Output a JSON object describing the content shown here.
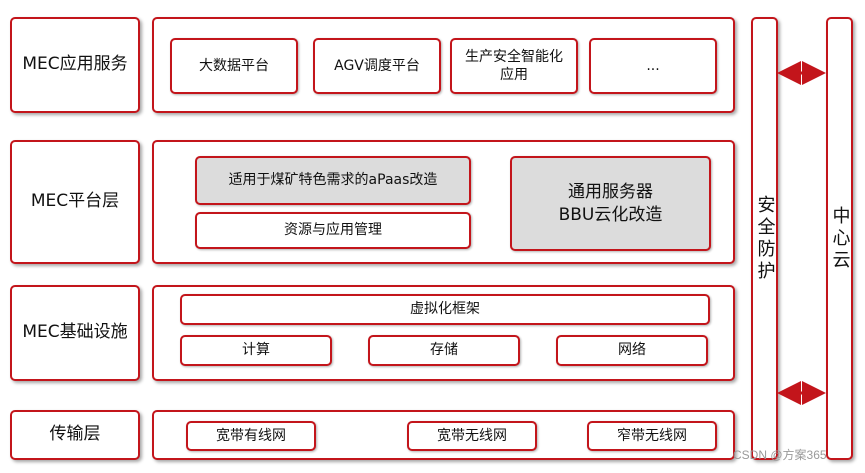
{
  "layers": [
    {
      "label": "MEC应用服务",
      "items": [
        "大数据平台",
        "AGV调度平台",
        "生产安全智能化应用",
        "..."
      ]
    },
    {
      "label": "MEC平台层",
      "items": [
        "适用于煤矿特色需求的aPaas改造",
        "资源与应用管理",
        "通用服务器BBU云化改造"
      ]
    },
    {
      "label": "MEC基础设施",
      "items": [
        "虚拟化框架",
        "计算",
        "存储",
        "网络"
      ]
    },
    {
      "label": "传输层",
      "items": [
        "宽带有线网",
        "宽带无线网",
        "窄带无线网"
      ]
    }
  ],
  "side": {
    "security": "安全防护",
    "cloud": "中心云"
  },
  "watermark": "CSDN @方案365",
  "colors": {
    "border": "#c3151b",
    "gray_fill": "#dcdcdc"
  }
}
